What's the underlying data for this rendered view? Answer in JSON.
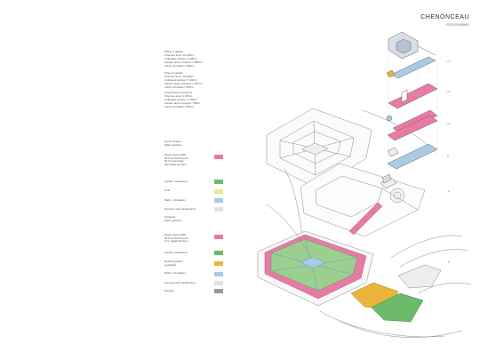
{
  "header": {
    "title": "CHENONCEAU",
    "subtitle": "PROGRAMME"
  },
  "notes": [
    "Phase 1 garden\nTotal site area: 12 000m²\nCultivated surface: 3 200m²\nGarden area occupied: 1 800m²\nVisitor circulation: 450m²",
    "Phase 2 garden\nTotal site area: 12 000m²\nCultivated surface: 5 400m²\nGarden area occupied: 2 600m²\nVisitor circulation: 650m²",
    "Greenhouse & terraces\nTotal site area: 4 300m²\nCultivated surface: 1 150m²\nGarden area occupied: 750m²\nVisitor circulation: 250m²"
  ],
  "legend1": {
    "heading": "Green spaces\nWater gardens",
    "items": [
      {
        "label": "Flower beds (300)\n50 % annual flowers\n50 % perennials\n400 bulbs per bed",
        "color": "#e87ba6"
      },
      {
        "label": "Garden maintained",
        "color": "#6dbb6a"
      },
      {
        "label": "Fruit",
        "color": "#f1ea8a"
      },
      {
        "label": "Paths / circulation",
        "color": "#a9cbe3"
      },
      {
        "label": "Services and maintenance",
        "color": "#e2e2e2"
      }
    ]
  },
  "legend2": {
    "heading": "Orchards\nWater gardens",
    "items": [
      {
        "label": "Flower beds (300)\n50 % annual flowers\n2 m² ridged borders",
        "color": "#e87ba6"
      },
      {
        "label": "Garden maintained",
        "color": "#6dbb6a"
      },
      {
        "label": "Rooftop garden\nvegetable",
        "color": "#e8b53a"
      },
      {
        "label": "Paths / circulation",
        "color": "#a9cbe3"
      },
      {
        "label": "Services and maintenance",
        "color": "#e2e2e2"
      },
      {
        "label": "Parking",
        "color": "#9a9a9a"
      }
    ]
  },
  "levels": [
    "+9",
    "+6",
    "+3",
    "0",
    "-3",
    "-6"
  ]
}
